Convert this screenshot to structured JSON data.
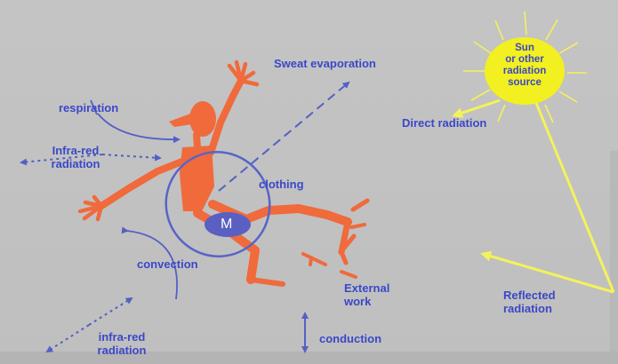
{
  "labels": {
    "sweat_evaporation": "Sweat evaporation",
    "respiration": "respiration",
    "infrared_radiation_top_line1": "Infra-red",
    "infrared_radiation_top_line2": "radiation",
    "clothing": "clothing",
    "metabolism": "M",
    "convection": "convection",
    "external_work_line1": "External",
    "external_work_line2": "work",
    "infrared_radiation_bottom_line1": "infra-red",
    "infrared_radiation_bottom_line2": "radiation",
    "conduction": "conduction",
    "direct_radiation": "Direct radiation",
    "reflected_radiation_line1": "Reflected",
    "reflected_radiation_line2": "radiation"
  },
  "sun": {
    "line1": "Sun",
    "line2": "or other",
    "line3": "radiation",
    "line4": "source"
  },
  "colors": {
    "background": "#c2c2c2",
    "text": "#3a48c8",
    "arrow": "#5460c4",
    "figure": "#f06a3c",
    "sun": "#f2f020",
    "sun_rays": "#f4f25a",
    "metabolism_fill": "#5a60c2"
  }
}
